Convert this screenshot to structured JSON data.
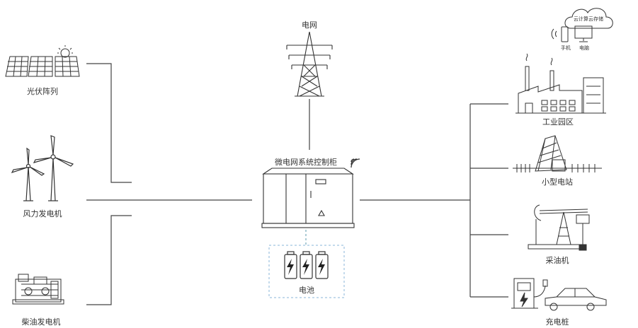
{
  "labels": {
    "solar": "光伏阵列",
    "grid": "电网",
    "wind": "风力发电机",
    "diesel": "柴油发电机",
    "cabinet": "微电网系统控制柜",
    "battery": "电池",
    "cloud": "云计算云存储",
    "phone": "手机",
    "computer": "电脑",
    "industrial": "工业园区",
    "small_station": "小型电站",
    "oil": "采油机",
    "charging": "充电桩"
  }
}
